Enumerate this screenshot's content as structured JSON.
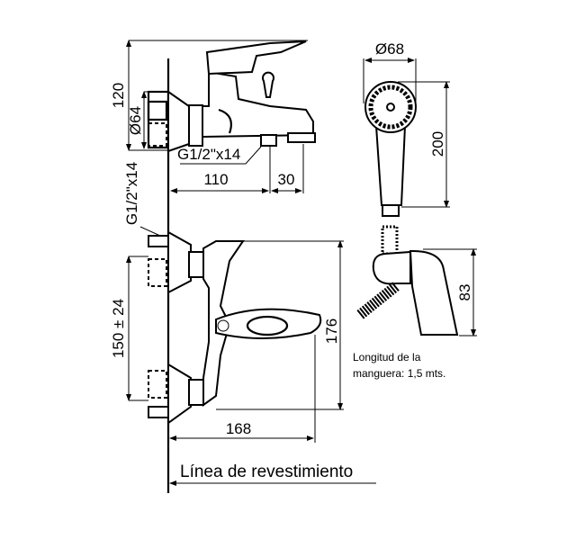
{
  "dimensions": {
    "height_top": "120",
    "diameter_escutcheon": "Ø64",
    "thread_side": "G1/2\"x14",
    "thread_vertical": "G1/2\"x14",
    "spout_length": "110",
    "spout_offset": "30",
    "center_distance": "150 ± 24",
    "front_height": "176",
    "front_width": "168",
    "shower_diameter": "Ø68",
    "shower_length": "200",
    "holder_height": "83"
  },
  "notes": {
    "hose_line1": "Longitud de la",
    "hose_line2": "manguera: 1,5 mts.",
    "wall_line": "Línea de revestimiento"
  }
}
